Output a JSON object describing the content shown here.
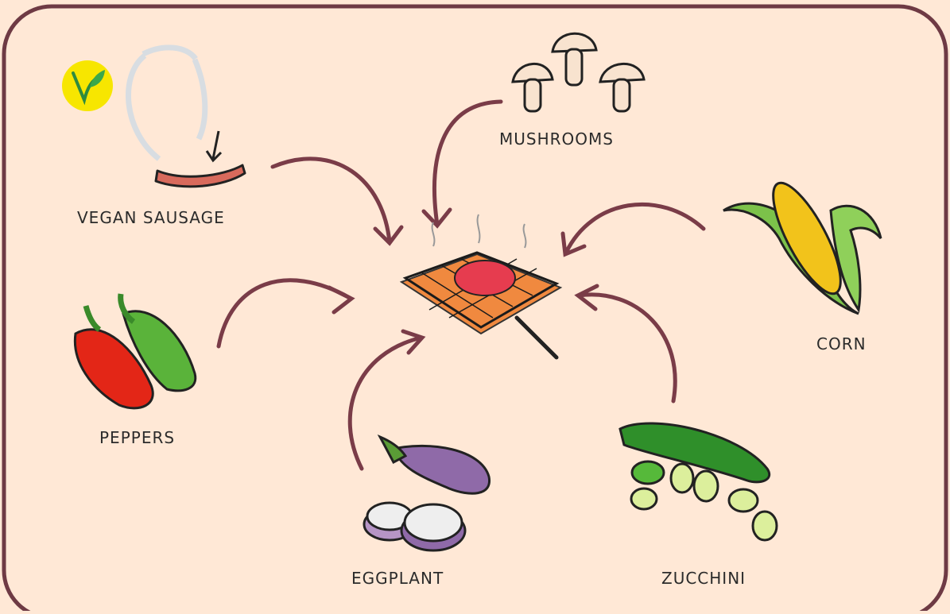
{
  "items": {
    "vegan_sausage": "VEGAN SAUSAGE",
    "mushrooms": "MUSHROOMS",
    "corn": "CORN",
    "peppers": "PEPPERS",
    "eggplant": "EGGPLANT",
    "zucchini": "ZUCCHINI"
  },
  "badge": {
    "text": "V",
    "color": "#f7e600"
  },
  "colors": {
    "background": "#ffe8d6",
    "frame": "#6e3a44",
    "arrow": "#7a3c48"
  },
  "icons": [
    "vegan-badge-icon",
    "sausage-icon",
    "mushrooms-icon",
    "corn-icon",
    "peppers-icon",
    "eggplant-icon",
    "zucchini-icon",
    "grill-icon"
  ]
}
